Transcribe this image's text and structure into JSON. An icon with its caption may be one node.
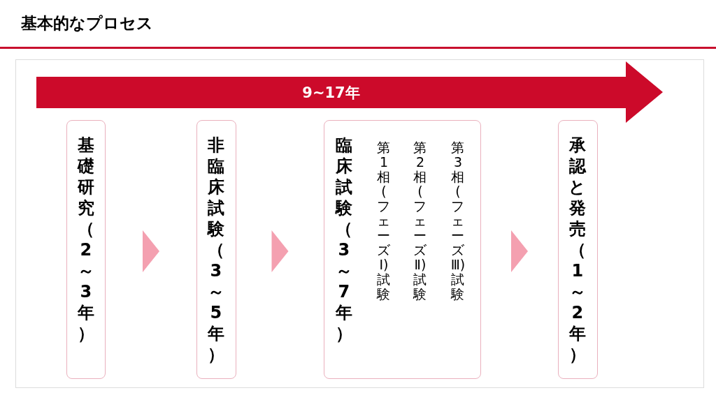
{
  "diagram": {
    "title": "基本的なプロセス",
    "nodes": [
      {
        "text": [
          "9~17年"
        ]
      },
      {
        "text": [
          "基礎研究（2～3年）"
        ]
      },
      {
        "text": [
          "非臨床試験（3～5年）"
        ]
      },
      {
        "text": [
          "臨床試験（3～7年）",
          "第1相(フェーズⅠ)試験",
          "第2相(フェーズⅡ)試験",
          "第3相(フェーズⅢ)試験"
        ]
      },
      {
        "text": [
          "承認と発売（1～2年）"
        ]
      }
    ],
    "edges": [
      {
        "from": 1,
        "to": 2,
        "arrow": "to"
      },
      {
        "from": 2,
        "to": 3,
        "arrow": "to"
      },
      {
        "from": 3,
        "to": 4,
        "arrow": "to"
      }
    ]
  }
}
